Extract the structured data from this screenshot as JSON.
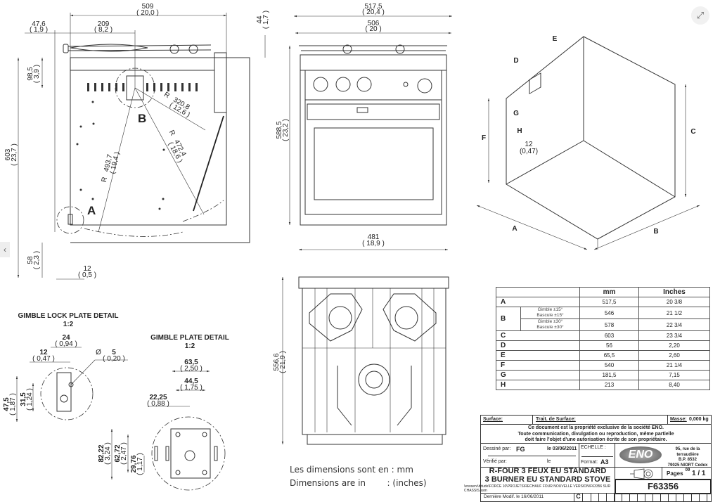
{
  "side_view": {
    "overall_width": {
      "mm": "509",
      "in": "( 20,0 )"
    },
    "offset": {
      "mm": "47,6",
      "in": "( 1,9 )"
    },
    "pivot": {
      "mm": "209",
      "in": "( 8,2 )"
    },
    "rail": {
      "mm": "44",
      "in": "( 1,7 )"
    },
    "pivot_height": {
      "mm": "98,5",
      "in": "( 3,9 )"
    },
    "height": {
      "mm": "603",
      "in": "( 23,7 )"
    },
    "body_height": {
      "mm": "588,5",
      "in": "( 23,2 )"
    },
    "bottom": {
      "mm": "58",
      "in": "( 2,3 )"
    },
    "foot": {
      "mm": "12",
      "in": "( 0,5 )"
    },
    "r1": {
      "prefix": "R",
      "mm": "320,8",
      "in": "( 12,6 )"
    },
    "r2": {
      "prefix": "R",
      "mm": "472,4",
      "in": "( 18,6 )"
    },
    "r3": {
      "prefix": "R",
      "mm": "493,7",
      "in": "( 19,4 )"
    },
    "label_a": "A",
    "label_b": "B"
  },
  "front_view": {
    "overall": {
      "mm": "517,5",
      "in": "( 20,4 )"
    },
    "width": {
      "mm": "506",
      "in": "( 20 )"
    },
    "base": {
      "mm": "481",
      "in": "( 18,9 )"
    }
  },
  "top_view": {
    "depth": {
      "mm": "556,6",
      "in": "( 21,9 )"
    }
  },
  "units_note": {
    "line1": "Les dimensions sont en : mm",
    "line2": "Dimensions are in        : (inches)"
  },
  "lock_detail": {
    "title": "GIMBLE LOCK PLATE DETAIL",
    "scale": "1:2",
    "d24": {
      "mm": "24",
      "in": "( 0,94 )"
    },
    "d12": {
      "mm": "12",
      "in": "( 0,47 )"
    },
    "hole": {
      "symbol": "Ø",
      "mm": "5",
      "in": "( 0,20 )"
    },
    "h47": {
      "mm": "47,5",
      "in": "( 1,87 )"
    },
    "h31": {
      "mm": "31,5",
      "in": "( 1,24 )"
    }
  },
  "plate_detail": {
    "title": "GIMBLE PLATE DETAIL",
    "scale": "1:2",
    "w63": {
      "mm": "63,5",
      "in": "( 2,50 )"
    },
    "w44": {
      "mm": "44,5",
      "in": "( 1,75 )"
    },
    "w22": {
      "mm": "22,25",
      "in": "( 0,88 )"
    },
    "h82": {
      "mm": "82,22",
      "in": "( 3,24 )"
    },
    "h62": {
      "mm": "62,72",
      "in": "( 2,47 )"
    },
    "h29": {
      "mm": "29,76",
      "in": "( 1,17 )"
    }
  },
  "install_view": {
    "labels": [
      "A",
      "B",
      "C",
      "D",
      "E",
      "F",
      "G",
      "H"
    ],
    "gap": {
      "mm": "12",
      "in": "(0,47)"
    }
  },
  "dimension_table": {
    "headers": [
      "",
      "mm",
      "Inches"
    ],
    "rows": [
      {
        "key": "A",
        "mm": "517,5",
        "in": "20 3/8"
      },
      {
        "key": "B",
        "sub": [
          "Gimble ±15°",
          "Bascule ±15°"
        ],
        "mm": "546",
        "in": "21 1/2"
      },
      {
        "key": "",
        "sub": [
          "Gimble ±30°",
          "Bascule ±30°"
        ],
        "mm": "578",
        "in": "22 3/4"
      },
      {
        "key": "C",
        "mm": "603",
        "in": "23 3/4"
      },
      {
        "key": "D",
        "mm": "56",
        "in": "2,20"
      },
      {
        "key": "E",
        "mm": "65,5",
        "in": "2,60"
      },
      {
        "key": "F",
        "mm": "540",
        "in": "21 1/4"
      },
      {
        "key": "G",
        "mm": "181,5",
        "in": "7,15"
      },
      {
        "key": "H",
        "mm": "213",
        "in": "8,40"
      }
    ]
  },
  "title_block": {
    "surface": "Surface:",
    "traitement": "Trait. de Surface:",
    "masse_label": "Masse:",
    "masse": "0,000 kg",
    "notice": [
      "Ce document est la propriété exclusive de la société ENO.",
      "Toute communication, divulgation ou reproduction, même partielle",
      "doit faire l'objet d'une autorisation écrite de son propriétaire."
    ],
    "drawn_by_label": "Dessiné par:",
    "drawn_by": "FG",
    "drawn_date": "le 03/06/2011",
    "checked_label": "Vérifié par:",
    "checked_date": "le",
    "scale_label": "ECHELLE :",
    "format": "Format:",
    "format_value": "A3",
    "logo": "ENO",
    "address": [
      "95, rue de la terraudière",
      "B.P. 8532",
      "79025 NIORT Cedex 09"
    ],
    "title_fr": "R-FOUR 3 FEUX EU STANDARD",
    "title_en": "3 BURNER EU STANDARD STOVE",
    "pages_label": "Pages",
    "pages": "1 / 1",
    "part_number": "F63356",
    "file_path": "\\enoserv\\bdude\\FORCE 10\\PROJETS\\RECHAUF FOUR NOUVELLE VERSION\\F63356 SUR CHASSIS.asm",
    "last_modified": "Dernière Modif. le 16/06/2011",
    "revision": "C"
  },
  "viewer": {
    "expand_icon": "expand-icon",
    "prev_icon": "chevron-left-icon"
  }
}
